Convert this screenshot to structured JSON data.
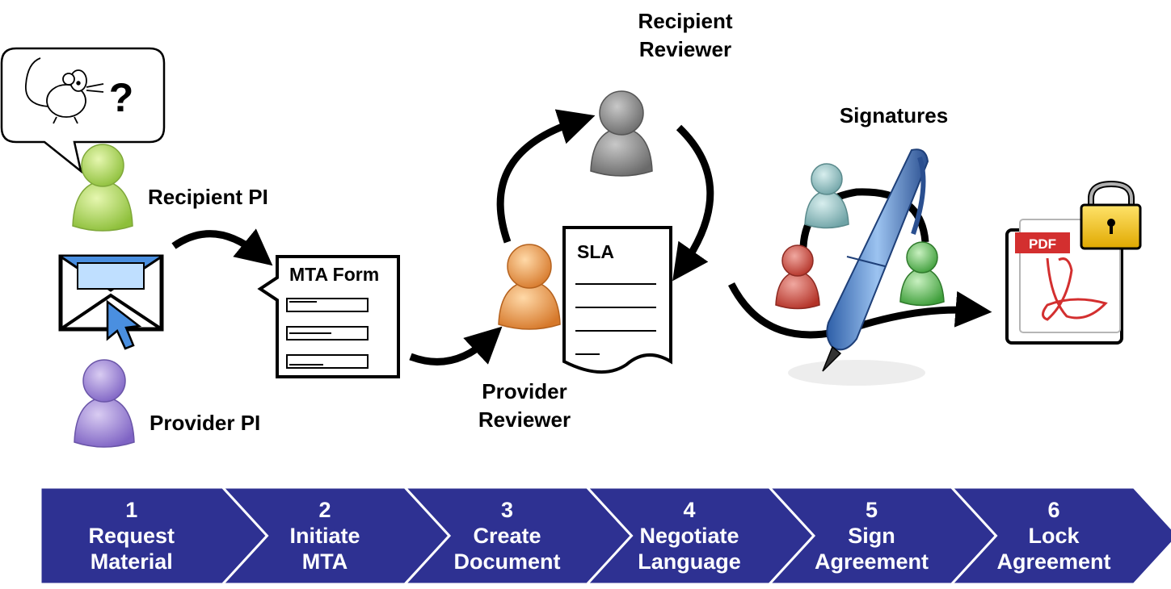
{
  "labels": {
    "recipient_pi": "Recipient PI",
    "provider_pi": "Provider PI",
    "recipient_reviewer_line1": "Recipient",
    "recipient_reviewer_line2": "Reviewer",
    "provider_reviewer_line1": "Provider",
    "provider_reviewer_line2": "Reviewer",
    "signatures": "Signatures",
    "question_mark": "?"
  },
  "documents": {
    "mta_form_title": "MTA Form",
    "sla_title": "SLA",
    "pdf_badge": "PDF"
  },
  "colors": {
    "recipient_pi": "#9ACD32",
    "provider_pi": "#9370DB",
    "recipient_reviewer": "#808080",
    "provider_reviewer": "#E08A2A",
    "signer_teal": "#7FB3B5",
    "signer_red": "#C0392B",
    "signer_green": "#4CAF50",
    "steps_band": "#2E3192",
    "pdf_red": "#D32F2F",
    "lock_gold": "#F2C200"
  },
  "steps": [
    {
      "number": "1",
      "line1": "Request",
      "line2": "Material"
    },
    {
      "number": "2",
      "line1": "Initiate",
      "line2": "MTA"
    },
    {
      "number": "3",
      "line1": "Create",
      "line2": "Document"
    },
    {
      "number": "4",
      "line1": "Negotiate",
      "line2": "Language"
    },
    {
      "number": "5",
      "line1": "Sign",
      "line2": "Agreement"
    },
    {
      "number": "6",
      "line1": "Lock",
      "line2": "Agreement"
    }
  ]
}
